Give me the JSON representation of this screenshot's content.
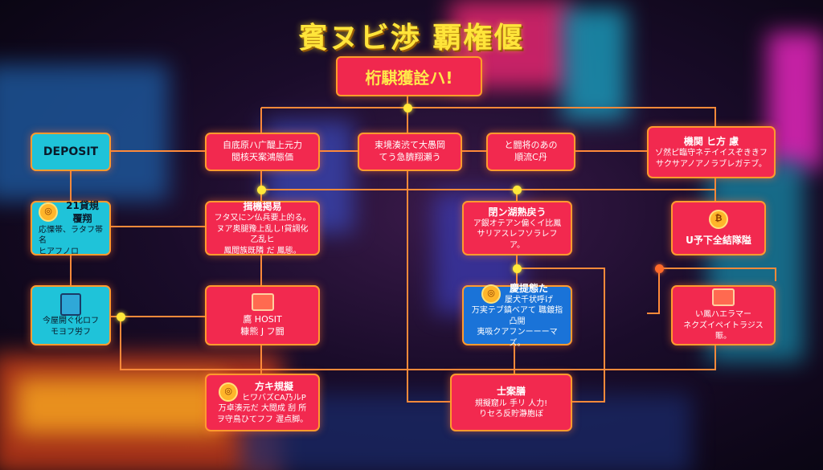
{
  "title": "賓ヌビ渉 覇権偃",
  "subtitle": "桁騏獲詮ハ!",
  "colors": {
    "node_red": "#f2294f",
    "node_cyan": "#1fc3d9",
    "node_blue": "#1a73d8",
    "wire": "#ff8a3a",
    "junction": "#ffe93a",
    "title": "#ffe53a"
  },
  "nodes": {
    "deposit": {
      "label": "DEPOSIT"
    },
    "cyan_step": {
      "head": "21貸規覆翔",
      "body": "応慄帯、ラタフ帯名\nヒアフノロ"
    },
    "cyan_doc": {
      "icon": "document-icon",
      "body": "今屋開ぐ化ロフ\nモヨフ労フ"
    },
    "red_a": {
      "line1": "自底原ハ广醍上元力",
      "line2": "閲核天案鴻態価"
    },
    "red_b": {
      "line1": "束境湊渋て大愚岡",
      "line2": "てう急臍翔瀬う"
    },
    "red_c": {
      "line1": "と闘将のあの",
      "line2": "順流C丹"
    },
    "red_d": {
      "head": "機関 ヒ方 慮",
      "body": "ゾ然ピ臨守ネテイイスぞききフ\nサクサアノアノラブレガテブ。"
    },
    "red_e": {
      "head": "揖機掲易",
      "body": "フタ又にン仏兵要上的る。\nヌア奥腿豫上乱し!貸調化乙乱ヒ\n鳳閲族既隣 だ 鳳態。"
    },
    "red_f": {
      "head": "閉ン湖熟戻う",
      "body": "ア銀オテアン偏くイ比鳳\nサリアスレフソラレフア。"
    },
    "red_g": {
      "icon": "coin-icon",
      "line": "U予下全結隊隘"
    },
    "red_h": {
      "icon": "ticket-icon",
      "line1": "鷹 HOSIT",
      "line2": "糠熊 J フ闘"
    },
    "blue_i": {
      "icon": "coin-icon",
      "head": "慶提態た",
      "sub": "屡犬千状呼げ",
      "body": "万実テブ鎮ベアて 職鍍指凸開\n夷吸クアフンーーーマズ。"
    },
    "red_j": {
      "icon": "ticket-icon",
      "body": "い鳳ハエラマー\nネクズイペイトラジス賑。"
    },
    "red_k": {
      "icon": "coin-icon",
      "head": "方キ規擬",
      "sub": "ヒワバズCA乃ルP",
      "body": "万卓湊元だ 大閲成 刮 所\nヲ守鳥ひてフフ 渥点脚。"
    },
    "red_l": {
      "head": "士案膳",
      "body": "規擬窟ル 手リ 人力!\nりセろ反貯瀞胞ぼ"
    }
  }
}
